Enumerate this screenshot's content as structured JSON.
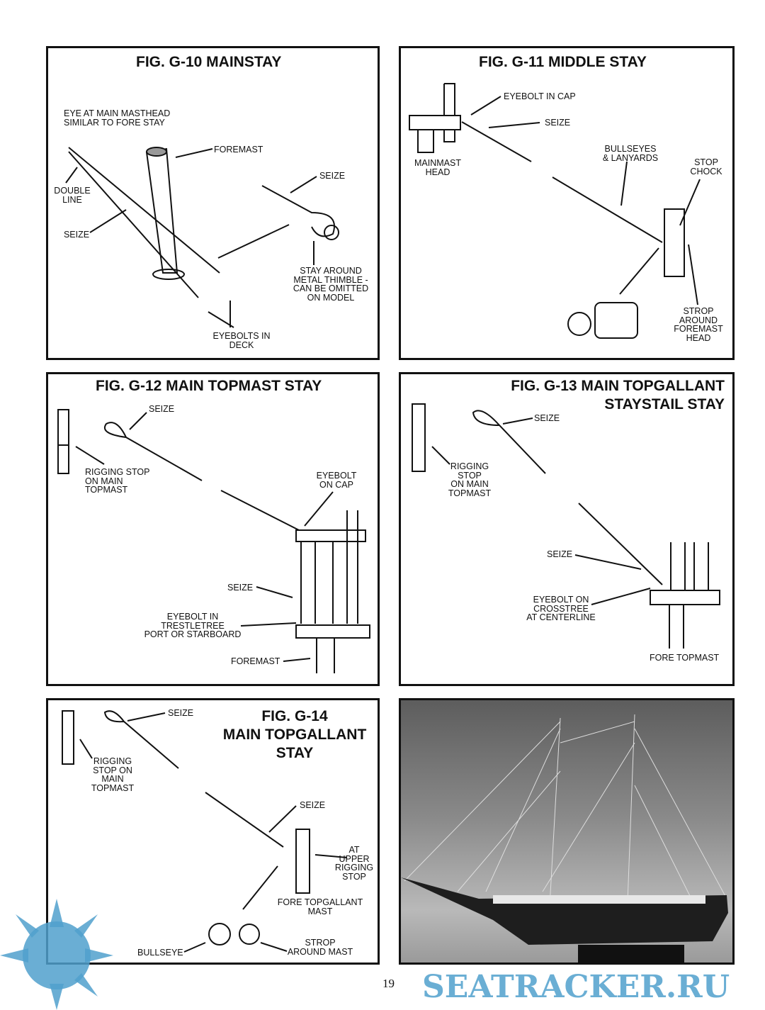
{
  "fig10": {
    "title": "FIG. G-10  MAINSTAY",
    "labels": [
      "EYE AT MAIN MASTHEAD\nSIMILAR TO FORE STAY",
      "FOREMAST",
      "DOUBLE\nLINE",
      "SEIZE",
      "SEIZE",
      "STAY AROUND\nMETAL THIMBLE -\nCAN BE OMITTED\nON MODEL",
      "EYEBOLTS IN\nDECK"
    ]
  },
  "fig11": {
    "title": "FIG. G-11  MIDDLE STAY",
    "labels": [
      "EYEBOLT IN CAP",
      "SEIZE",
      "MAINMAST\nHEAD",
      "BULLSEYES\n& LANYARDS",
      "STOP\nCHOCK",
      "STROP\nAROUND\nFOREMAST\nHEAD"
    ]
  },
  "fig12": {
    "title": "FIG. G-12  MAIN TOPMAST STAY",
    "labels": [
      "SEIZE",
      "RIGGING STOP\nON MAIN\nTOPMAST",
      "EYEBOLT\nON CAP",
      "SEIZE",
      "EYEBOLT IN\nTRESTLETREE\nPORT OR STARBOARD",
      "FOREMAST"
    ]
  },
  "fig13": {
    "title": "FIG. G-13  MAIN TOPGALLANT\nSTAYSTAIL STAY",
    "labels": [
      "SEIZE",
      "RIGGING\nSTOP\nON MAIN\nTOPMAST",
      "SEIZE",
      "EYEBOLT ON\nCROSSTREE\nAT CENTERLINE",
      "FORE TOPMAST"
    ]
  },
  "fig14": {
    "title": "FIG. G-14\nMAIN TOPGALLANT\nSTAY",
    "labels": [
      "SEIZE",
      "RIGGING\nSTOP ON\nMAIN\nTOPMAST",
      "SEIZE",
      "AT\nUPPER\nRIGGING\nSTOP",
      "FORE TOPGALLANT\nMAST",
      "BULLSEYE",
      "STROP\nAROUND MAST"
    ]
  },
  "watermark": "SEATRACKER.RU",
  "page_number": "19",
  "colors": {
    "watermark": "#50a0cd",
    "ink": "#111111"
  }
}
